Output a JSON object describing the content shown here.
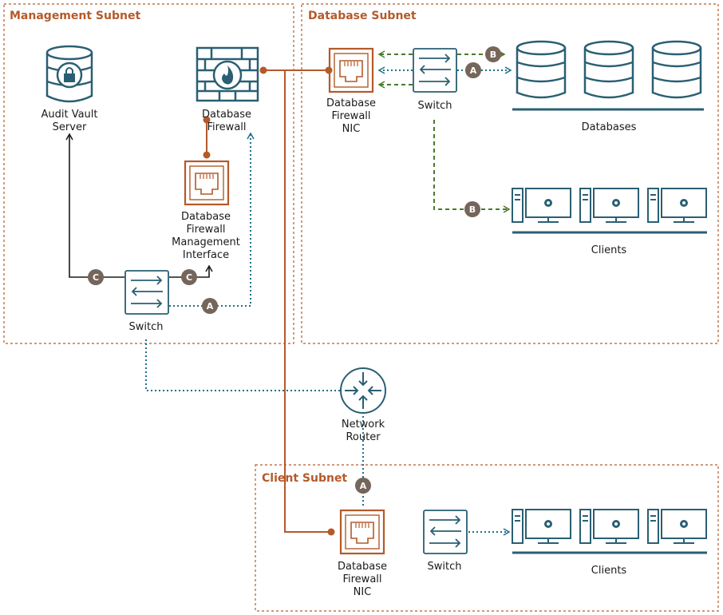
{
  "subnets": {
    "management": "Management Subnet",
    "database": "Database Subnet",
    "client": "Client Subnet"
  },
  "nodes": {
    "audit_vault": [
      "Audit Vault",
      "Server"
    ],
    "db_firewall": [
      "Database",
      "Firewall"
    ],
    "db_fw_nic_top": [
      "Database",
      "Firewall",
      "NIC"
    ],
    "switch_db": "Switch",
    "databases": "Databases",
    "clients_top": "Clients",
    "mgmt_interface": [
      "Database",
      "Firewall",
      "Management",
      "Interface"
    ],
    "switch_mgmt": "Switch",
    "router": [
      "Network",
      "Router"
    ],
    "db_fw_nic_bottom": [
      "Database",
      "Firewall",
      "NIC"
    ],
    "switch_client": "Switch",
    "clients_bottom": "Clients"
  },
  "badges": {
    "b_db": "B",
    "a_db": "A",
    "b_clients": "B",
    "c_left": "C",
    "c_right": "C",
    "a_mgmt": "A",
    "a_client": "A"
  },
  "colors": {
    "subnet_border": "#b45a2a",
    "copper": "#b45a2a",
    "teal": "#2a5f73",
    "dotted_blue": "#1d6f8a",
    "dashed_green": "#4a7a2a",
    "black": "#1a1a1a",
    "badge": "#75655a"
  }
}
